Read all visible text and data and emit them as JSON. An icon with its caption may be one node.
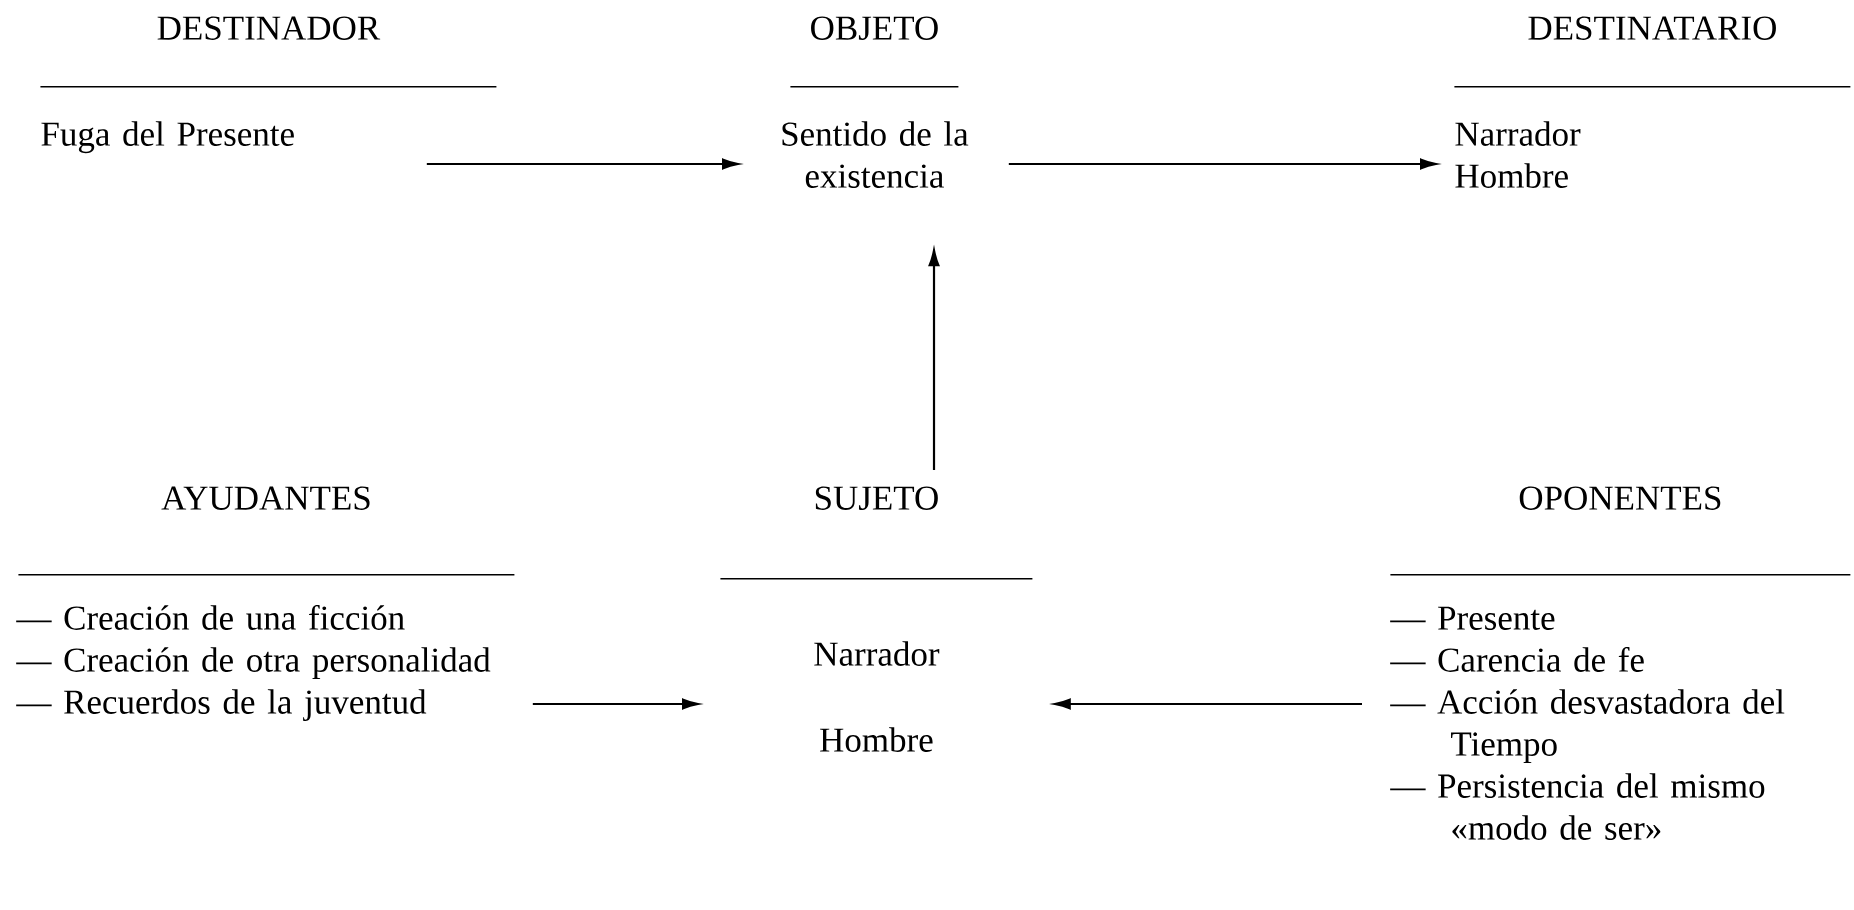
{
  "diagram": {
    "nodes": [
      {
        "text": [
          "DESTINADOR",
          "Fuga del Presente"
        ]
      },
      {
        "text": [
          "OBJETO",
          "Sentido de la existencia"
        ]
      },
      {
        "text": [
          "DESTINATARIO",
          "Narrador",
          "Hombre"
        ]
      },
      {
        "text": [
          "AYUDANTES",
          "— Creación de una ficción",
          "— Creación de otra personalidad",
          "— Recuerdos de la juventud"
        ]
      },
      {
        "text": [
          "SUJETO",
          "Narrador",
          "Hombre"
        ]
      },
      {
        "text": [
          "OPONENTES",
          "— Presente",
          "— Carencia de fe",
          "— Acción desvastadora del Tiempo",
          "— Persistencia del mismo «modo de ser»"
        ]
      }
    ],
    "edges": [
      {
        "from": 0,
        "to": 1,
        "arrow": "to"
      },
      {
        "from": 1,
        "to": 2,
        "arrow": "to"
      },
      {
        "from": 4,
        "to": 1,
        "arrow": "to"
      },
      {
        "from": 3,
        "to": 4,
        "arrow": "to"
      },
      {
        "from": 5,
        "to": 4,
        "arrow": "to"
      }
    ]
  }
}
